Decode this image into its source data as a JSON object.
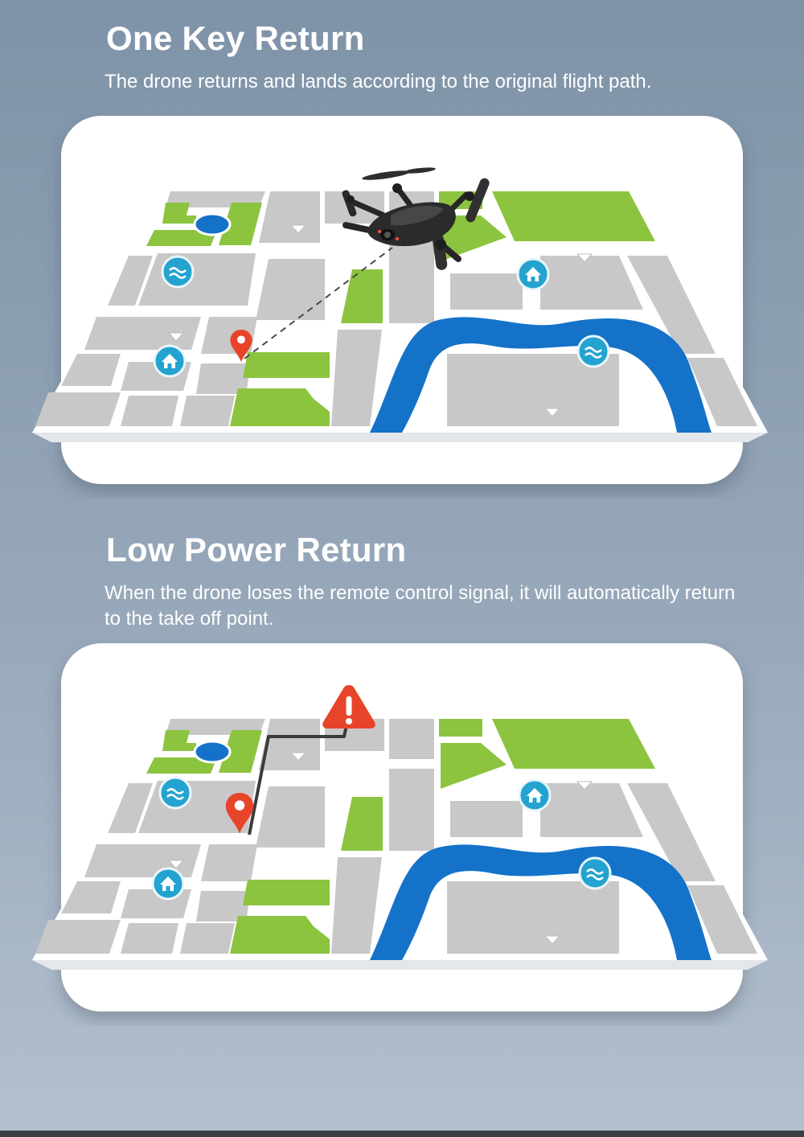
{
  "sections": [
    {
      "title": "One Key Return",
      "description": "The drone returns and lands according to the original flight path."
    },
    {
      "title": "Low Power Return",
      "description": "When the drone loses the remote control signal, it will automatically return to the take off point."
    }
  ],
  "colors": {
    "park_green": "#8cc43f",
    "river_blue": "#1472c9",
    "marker_red": "#e8442a",
    "poi_cyan": "#24a3d0",
    "block_gray": "#c9c9c9",
    "road_white": "#ffffff"
  },
  "icons": {
    "pin": "location-pin-icon",
    "home": "home-icon",
    "water": "water-icon",
    "warning": "warning-icon",
    "drone": "drone-icon"
  }
}
